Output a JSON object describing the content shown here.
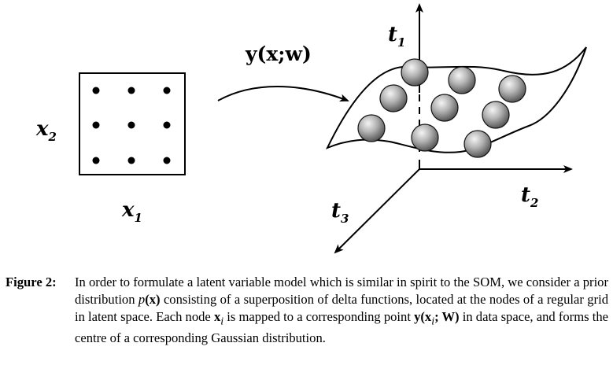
{
  "labels": {
    "x2": "x",
    "x2_sub": "2",
    "x1": "x",
    "x1_sub": "1",
    "t1": "t",
    "t1_sub": "1",
    "t2": "t",
    "t2_sub": "2",
    "t3": "t",
    "t3_sub": "3",
    "mapping": "y(x;w)"
  },
  "caption": {
    "label": "Figure 2:",
    "part1": "In order to formulate a latent variable model which is similar in spirit to the SOM, we consider a prior distribution ",
    "px_p": "p",
    "px_rest": "(x)",
    "part2": " consisting of a superposition of delta functions, located at the nodes of a regular grid in latent space. Each node ",
    "xi": "x",
    "xi_sub": "i",
    "part3": " is mapped to a corresponding point ",
    "yxw": "y(x",
    "yxw_sub": "i",
    "yxw_end": "; W)",
    "part4": " in data space, and forms the centre of a corresponding Gaussian distribution."
  },
  "colors": {
    "ink": "#000000",
    "sphere_light": "#f2f2f2",
    "sphere_dark": "#5a5a5a"
  }
}
